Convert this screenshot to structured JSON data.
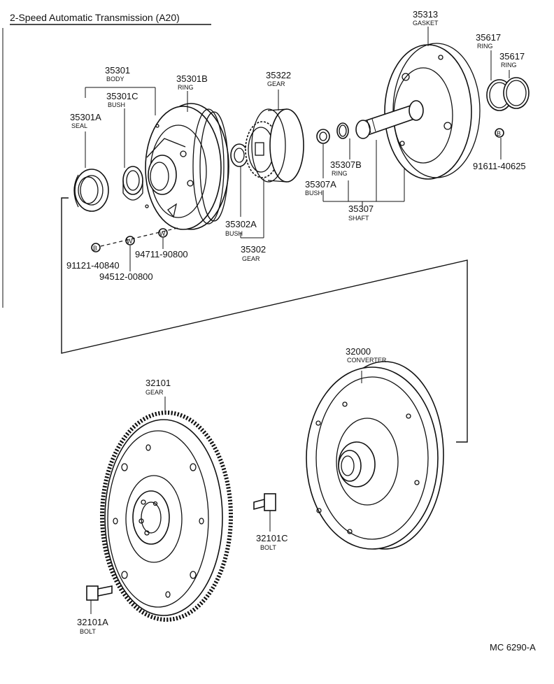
{
  "diagram": {
    "title": "2-Speed Automatic Transmission (A20)",
    "code": "MC 6290-A",
    "parts": [
      {
        "key": "body",
        "number": "35301",
        "name": "BODY"
      },
      {
        "key": "ring_b",
        "number": "35301B",
        "name": "RING"
      },
      {
        "key": "bush_c",
        "number": "35301C",
        "name": "BUSH"
      },
      {
        "key": "seal",
        "number": "35301A",
        "name": "SEAL"
      },
      {
        "key": "gear_pump",
        "number": "35322",
        "name": "GEAR"
      },
      {
        "key": "gasket",
        "number": "35313",
        "name": "GASKET"
      },
      {
        "key": "ring1",
        "number": "35617",
        "name": "RING"
      },
      {
        "key": "ring2",
        "number": "35617",
        "name": "RING"
      },
      {
        "key": "ring_307b",
        "number": "35307B",
        "name": "RING"
      },
      {
        "key": "bush_307a",
        "number": "35307A",
        "name": "BUSH"
      },
      {
        "key": "shaft",
        "number": "35307",
        "name": "SHAFT"
      },
      {
        "key": "bush_302a",
        "number": "35302A",
        "name": "BUSH"
      },
      {
        "key": "gear_302",
        "number": "35302",
        "name": "GEAR"
      },
      {
        "key": "converter",
        "number": "32000",
        "name": "CONVERTER"
      },
      {
        "key": "flex_gear",
        "number": "32101",
        "name": "GEAR"
      },
      {
        "key": "bolt_c",
        "number": "32101C",
        "name": "BOLT"
      },
      {
        "key": "bolt_a",
        "number": "32101A",
        "name": "BOLT"
      }
    ],
    "fasteners": [
      {
        "key": "f1",
        "number": "91121-40840",
        "symbol": "B"
      },
      {
        "key": "f2",
        "number": "94512-00800",
        "symbol": "W"
      },
      {
        "key": "f3",
        "number": "94711-90800",
        "symbol": "W"
      },
      {
        "key": "f4",
        "number": "91611-40625",
        "symbol": "B"
      }
    ]
  }
}
